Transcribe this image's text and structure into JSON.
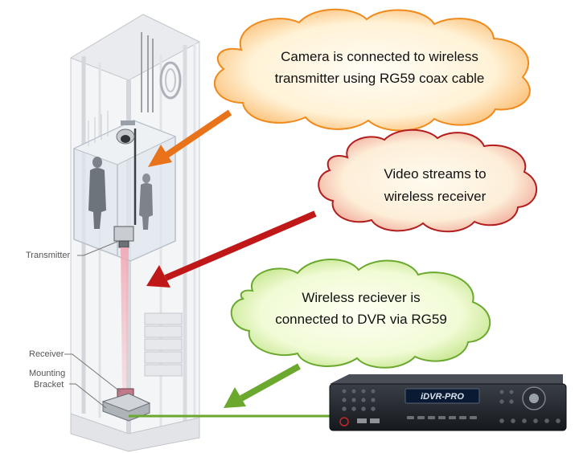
{
  "callouts": {
    "camera": {
      "line1": "Camera is connected to wireless",
      "line2": "transmitter using RG59 coax cable"
    },
    "video": {
      "line1": "Video streams to",
      "line2": "wireless receiver"
    },
    "receiver": {
      "line1": "Wireless reciever is",
      "line2": "connected to DVR via RG59"
    }
  },
  "labels": {
    "transmitter": "Transmitter",
    "receiver": "Receiver",
    "mounting_line1": "Mounting",
    "mounting_line2": "Bracket"
  },
  "dvr": {
    "brand": "iDVR-PRO"
  },
  "colors": {
    "orange_arrow": "#e8731a",
    "red_arrow": "#c01818",
    "green_arrow": "#6aa82e",
    "orange_cloud": "#fbc98a",
    "red_cloud": "#f5c2b0",
    "green_cloud": "#d6f0a6"
  }
}
